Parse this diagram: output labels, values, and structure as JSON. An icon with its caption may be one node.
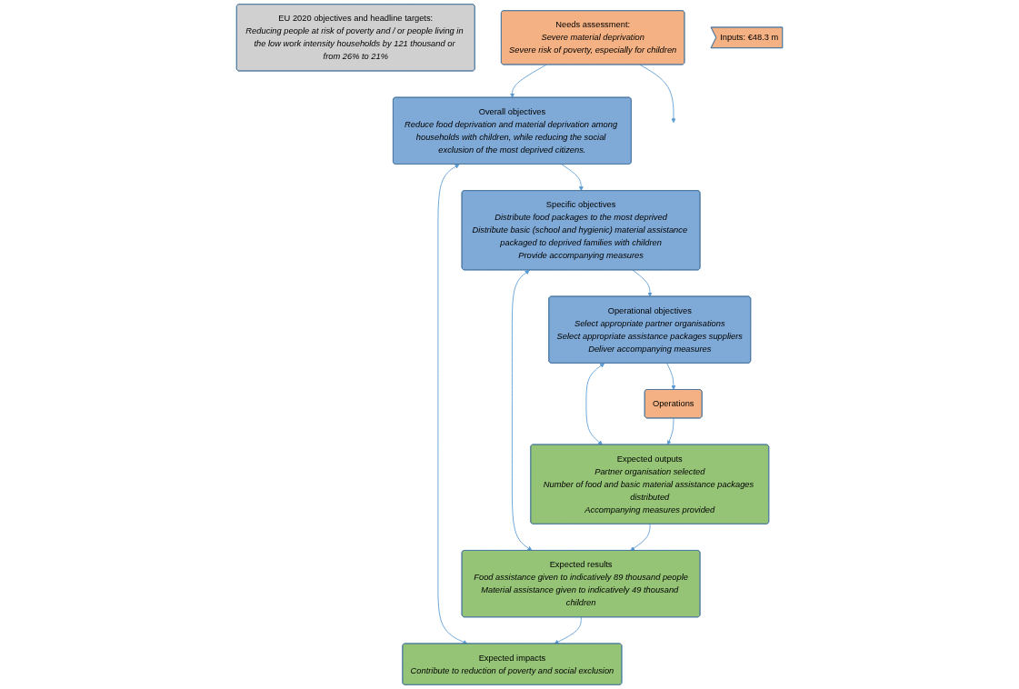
{
  "diagram": {
    "nodes": [
      {
        "text": [
          "EU 2020 objectives and headline targets:",
          "Reducing people at risk of poverty and / or people living in the low work intensity households by 121 thousand or from 26% to 21%"
        ]
      },
      {
        "text": [
          "Needs assessment:",
          "Severe material deprivation",
          "Severe risk of poverty, especially for children"
        ]
      },
      {
        "text": [
          "Overall objectives",
          "Reduce food deprivation and material deprivation among households with children, while reducing the social exclusion of the most deprived citizens."
        ]
      },
      {
        "text": [
          "Specific objectives",
          "Distribute food packages to the most deprived",
          "Distribute basic (school and hygienic) material assistance packaged to deprived families with children",
          "Provide accompanying measures"
        ]
      },
      {
        "text": [
          "Operational objectives",
          "Select appropriate partner organisations",
          "Select appropriate assistance packages suppliers",
          "Deliver accompanying measures"
        ]
      },
      {
        "text": [
          "Inputs: €48.3 m"
        ]
      },
      {
        "text": [
          "Operations"
        ]
      },
      {
        "text": [
          "Expected outputs",
          "Partner organisation selected",
          "Number of food and basic material assistance packages distributed",
          "Accompanying measures provided"
        ]
      },
      {
        "text": [
          "Expected results",
          "Food assistance given to indicatively 89 thousand people",
          "Material assistance given to indicatively 49 thousand children"
        ]
      },
      {
        "text": [
          "Expected impacts",
          "Contribute to reduction of poverty and social exclusion"
        ]
      }
    ],
    "edges": [
      {
        "from": 1,
        "to": 2,
        "arrow": "to"
      },
      {
        "from": 1,
        "to": null,
        "arrow": "to"
      },
      {
        "from": 2,
        "to": 3,
        "arrow": "to"
      },
      {
        "from": 3,
        "to": 4,
        "arrow": "to"
      },
      {
        "from": 2,
        "to": 9,
        "arrow": "both"
      },
      {
        "from": 3,
        "to": 8,
        "arrow": "both"
      },
      {
        "from": 4,
        "to": 7,
        "arrow": "both"
      },
      {
        "from": 4,
        "to": 6,
        "arrow": "to"
      },
      {
        "from": 6,
        "to": 7,
        "arrow": "to"
      },
      {
        "from": 7,
        "to": 8,
        "arrow": "to"
      },
      {
        "from": 8,
        "to": 9,
        "arrow": "to"
      }
    ]
  }
}
